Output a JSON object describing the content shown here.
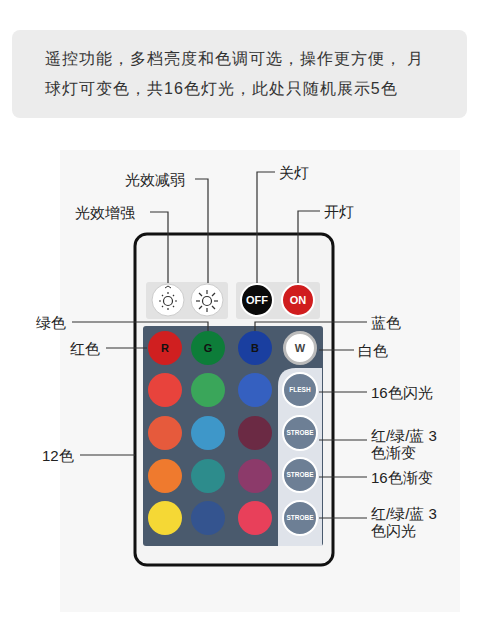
{
  "diagram": {
    "nodes": [
      {
        "text": [
          "遥控功能，多档亮度和色调可选，操作更方便， 月球灯可变色，共16色灯光，此处只随机展示5色"
        ]
      },
      {
        "text": [
          "OFF"
        ]
      },
      {
        "text": [
          "ON"
        ]
      },
      {
        "text": [
          "R"
        ]
      },
      {
        "text": [
          "G"
        ]
      },
      {
        "text": [
          "B"
        ]
      },
      {
        "text": [
          "W"
        ]
      },
      {
        "text": [
          "FLESH"
        ]
      },
      {
        "text": [
          "STROBE"
        ]
      },
      {
        "text": [
          "STROBE"
        ]
      },
      {
        "text": [
          "STROBE"
        ]
      }
    ],
    "labels": [
      "光效减弱",
      "关灯",
      "光效增强",
      "开灯",
      "绿色",
      "蓝色",
      "红色",
      "白色",
      "16色闪光",
      "红/绿/蓝 3色渐变",
      "16色渐变",
      "红/绿/蓝 3色闪光",
      "12色"
    ]
  }
}
